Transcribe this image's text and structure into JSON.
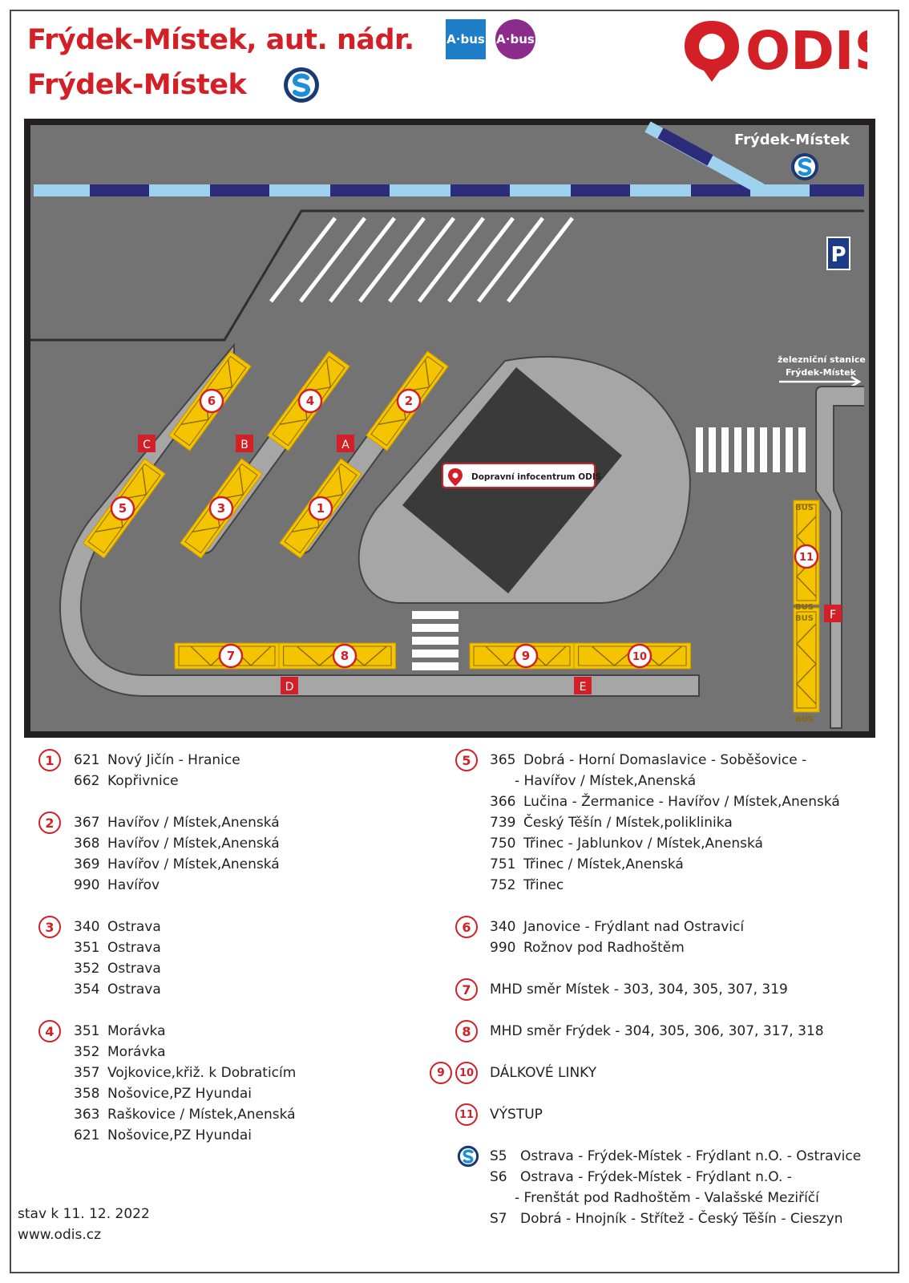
{
  "header": {
    "title_line1": "Frýdek-Místek, aut. nádr.",
    "title_line2": "Frýdek-Místek",
    "abus_blue": "A·bus",
    "abus_purple": "A·bus",
    "brand": "ODIS"
  },
  "map": {
    "station_label": "Frýdek-Místek",
    "rail_station_label_1": "železniční stanice",
    "rail_station_label_2": "Frýdek-Místek",
    "parking": "P",
    "infocentrum": "Dopravní infocentrum ODIS",
    "bus": "BUS",
    "platform_letters": [
      "A",
      "B",
      "C",
      "D",
      "E",
      "F"
    ],
    "stands": [
      "1",
      "2",
      "3",
      "4",
      "5",
      "6",
      "7",
      "8",
      "9",
      "10",
      "11"
    ]
  },
  "legend_left": [
    {
      "stand": "1",
      "rows": [
        {
          "n": "621",
          "t": "Nový Jičín - Hranice"
        },
        {
          "n": "662",
          "t": "Kopřivnice"
        }
      ]
    },
    {
      "stand": "2",
      "rows": [
        {
          "n": "367",
          "t": "Havířov / Místek,Anenská"
        },
        {
          "n": "368",
          "t": "Havířov / Místek,Anenská"
        },
        {
          "n": "369",
          "t": "Havířov / Místek,Anenská"
        },
        {
          "n": "990",
          "t": "Havířov"
        }
      ]
    },
    {
      "stand": "3",
      "rows": [
        {
          "n": "340",
          "t": "Ostrava"
        },
        {
          "n": "351",
          "t": "Ostrava"
        },
        {
          "n": "352",
          "t": "Ostrava"
        },
        {
          "n": "354",
          "t": "Ostrava"
        }
      ]
    },
    {
      "stand": "4",
      "rows": [
        {
          "n": "351",
          "t": "Morávka"
        },
        {
          "n": "352",
          "t": "Morávka"
        },
        {
          "n": "357",
          "t": "Vojkovice,křiž. k Dobraticím"
        },
        {
          "n": "358",
          "t": "Nošovice,PZ Hyundai"
        },
        {
          "n": "363",
          "t": "Raškovice / Místek,Anenská"
        },
        {
          "n": "621",
          "t": "Nošovice,PZ Hyundai"
        }
      ]
    }
  ],
  "legend_right": {
    "s5": {
      "stand": "5",
      "rows": [
        {
          "n": "365",
          "t": "Dobrá - Horní Domaslavice - Soběšovice -"
        },
        {
          "n": "",
          "t": "- Havířov / Místek,Anenská"
        },
        {
          "n": "366",
          "t": "Lučina - Žermanice - Havířov / Místek,Anenská"
        },
        {
          "n": "739",
          "t": "Český Těšín / Místek,poliklinika"
        },
        {
          "n": "750",
          "t": "Třinec - Jablunkov / Místek,Anenská"
        },
        {
          "n": "751",
          "t": "Třinec / Místek,Anenská"
        },
        {
          "n": "752",
          "t": "Třinec"
        }
      ]
    },
    "s6": {
      "stand": "6",
      "rows": [
        {
          "n": "340",
          "t": "Janovice - Frýdlant nad Ostravicí"
        },
        {
          "n": "990",
          "t": "Rožnov pod Radhoštěm"
        }
      ]
    },
    "s7": {
      "stand": "7",
      "text": "MHD směr Místek - 303, 304, 305, 307, 319"
    },
    "s8": {
      "stand": "8",
      "text": "MHD směr Frýdek - 304, 305, 306, 307, 317, 318"
    },
    "s910": {
      "stands": [
        "9",
        "10"
      ],
      "text": "DÁLKOVÉ LINKY"
    },
    "s11": {
      "stand": "11",
      "text": "VÝSTUP"
    },
    "rail": [
      {
        "n": "S5",
        "t": "Ostrava - Frýdek-Místek - Frýdlant n.O. - Ostravice"
      },
      {
        "n": "S6",
        "t": "Ostrava - Frýdek-Místek - Frýdlant n.O. -"
      },
      {
        "n": "",
        "t": "- Frenštát pod Radhoštěm - Valašské Meziříčí"
      },
      {
        "n": "S7",
        "t": "Dobrá - Hnojník - Střítež - Český Těšín - Cieszyn"
      }
    ]
  },
  "footer": {
    "date": "stav k 11. 12. 2022",
    "url": "www.odis.cz"
  },
  "colors": {
    "red": "#d32027",
    "yellow": "#f5c400",
    "asphalt": "#737373",
    "platform": "#a6a6a6",
    "building": "#3a3a3a",
    "rail_dark": "#2b2d7a",
    "rail_light": "#9fd2ee"
  }
}
